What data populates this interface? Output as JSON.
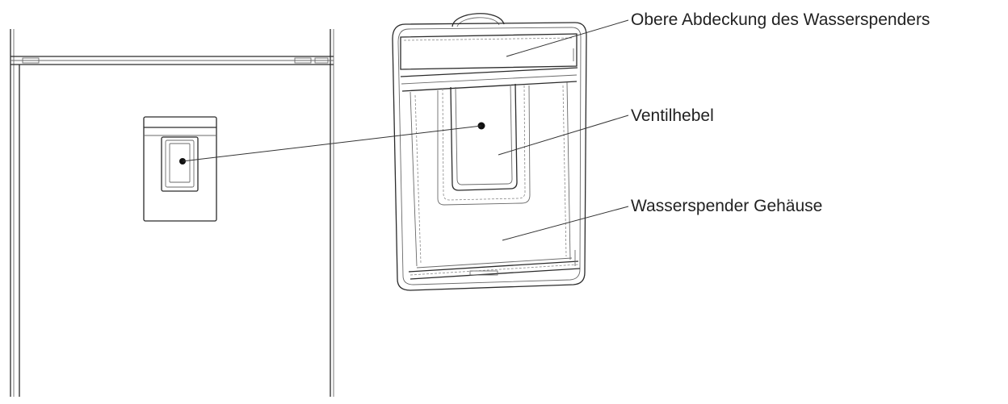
{
  "callouts": {
    "top_cover": "Obere Abdeckung des Wasserspenders",
    "valve_lever": "Ventilhebel",
    "housing": "Wasserspender Gehäuse"
  }
}
